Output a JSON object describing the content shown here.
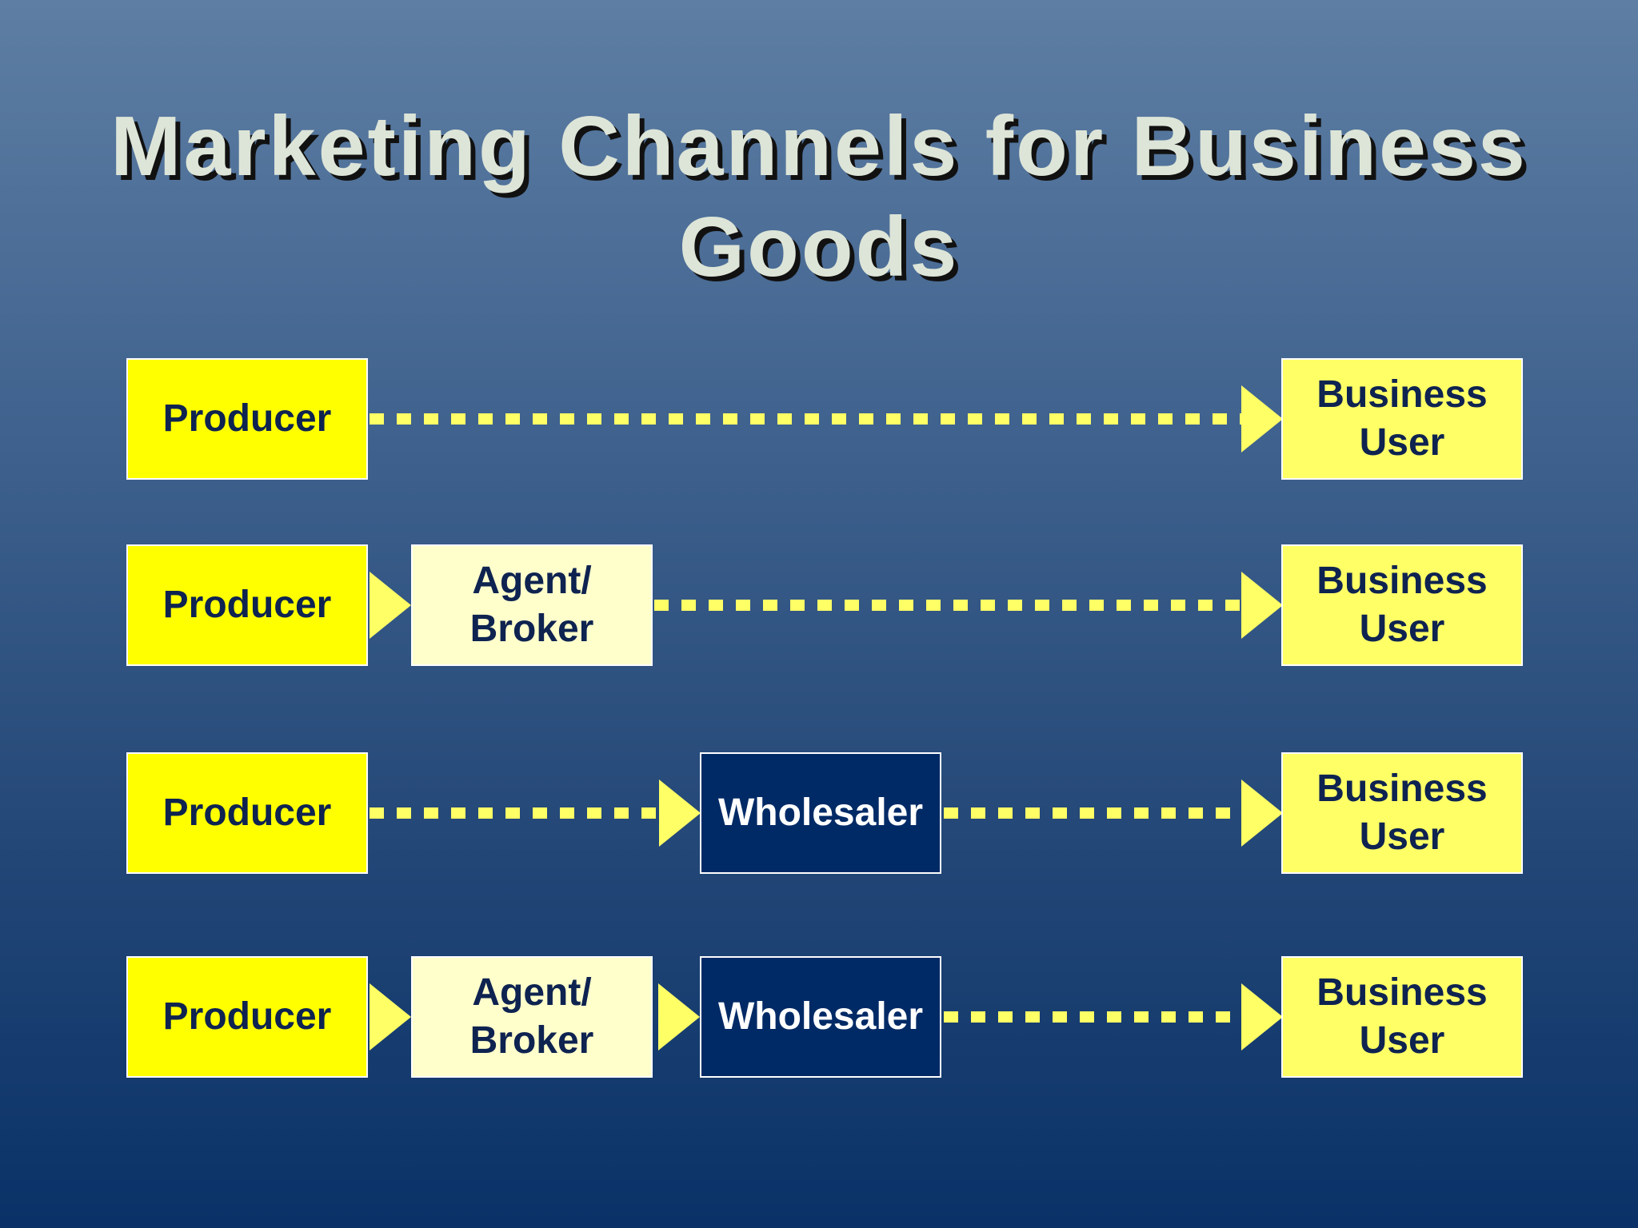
{
  "slide": {
    "title": "Marketing Channels for Business\nGoods"
  },
  "colors": {
    "producer": "#ffff00",
    "agent": "#ffffcc",
    "wholesaler": "#002a66",
    "business_user": "#ffff66",
    "connector": "#ffff66"
  },
  "channels": [
    {
      "producer": "Producer",
      "user": "Business\nUser"
    },
    {
      "producer": "Producer",
      "agent": "Agent/\nBroker",
      "user": "Business\nUser"
    },
    {
      "producer": "Producer",
      "wholesaler": "Wholesaler",
      "user": "Business\nUser"
    },
    {
      "producer": "Producer",
      "agent": "Agent/\nBroker",
      "wholesaler": "Wholesaler",
      "user": "Business\nUser"
    }
  ]
}
